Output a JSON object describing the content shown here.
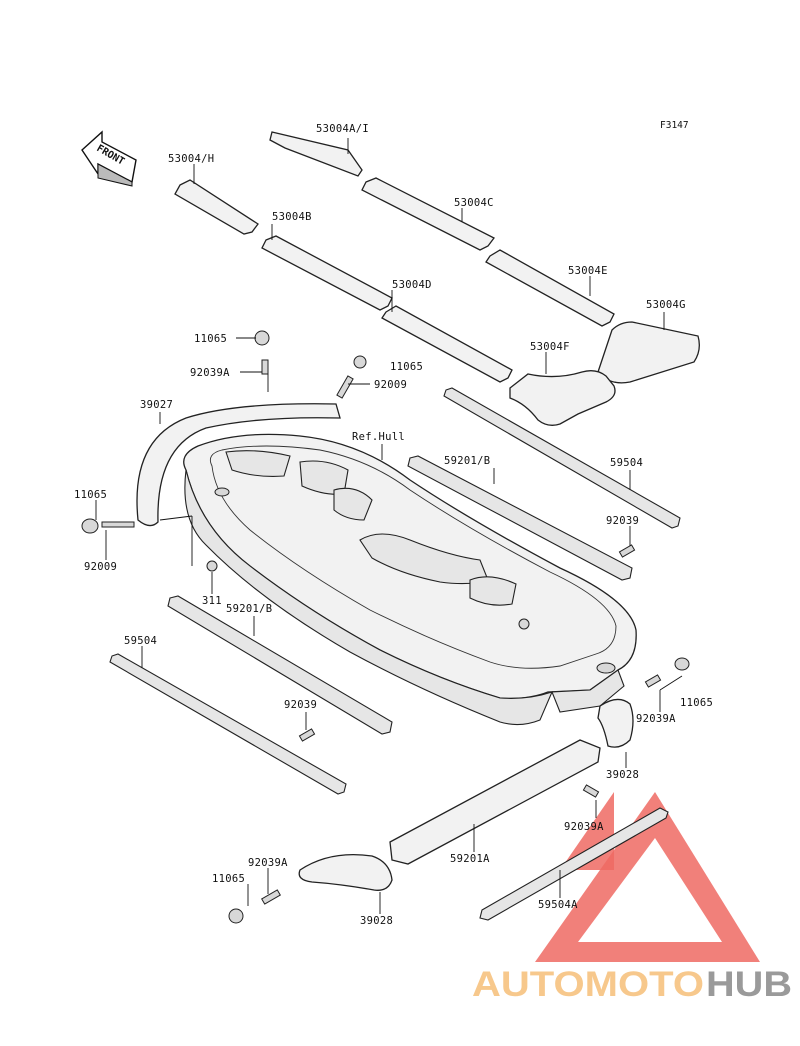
{
  "figure_code": "F3147",
  "front_label": "FRONT",
  "ref_hull_label": "Ref.Hull",
  "watermark": {
    "prefix": "AUTOMOTO",
    "suffix": "HUB",
    "prefix_color": "#f7c88c",
    "suffix_color": "#9a9a9a",
    "triangle_color": "#ee6a63"
  },
  "callouts": {
    "mat_a1": "53004A/I",
    "mat_h": "53004/H",
    "mat_c": "53004C",
    "mat_b": "53004B",
    "mat_e": "53004E",
    "mat_d": "53004D",
    "mat_g": "53004G",
    "mat_f": "53004F",
    "nut_top": "11065",
    "screw_top": "92039A",
    "nut_top2": "11065",
    "bolt_top": "92009",
    "bumper_front": "39027",
    "nut_left": "11065",
    "bolt_left": "92009",
    "nut_small": "311",
    "rail_left": "59201/B",
    "strake_left": "59504",
    "screw_left": "92039",
    "rail_right": "59201/B",
    "strake_right": "59504",
    "screw_right": "92039",
    "nut_rear": "11065",
    "screw_rear": "92039A",
    "bumper_rear": "39028",
    "screw_rear2": "92039A",
    "rail_rear": "59201A",
    "strake_rear": "59504A",
    "screw_bottom": "92039A",
    "nut_bottom": "11065",
    "bumper_bottom": "39028"
  }
}
